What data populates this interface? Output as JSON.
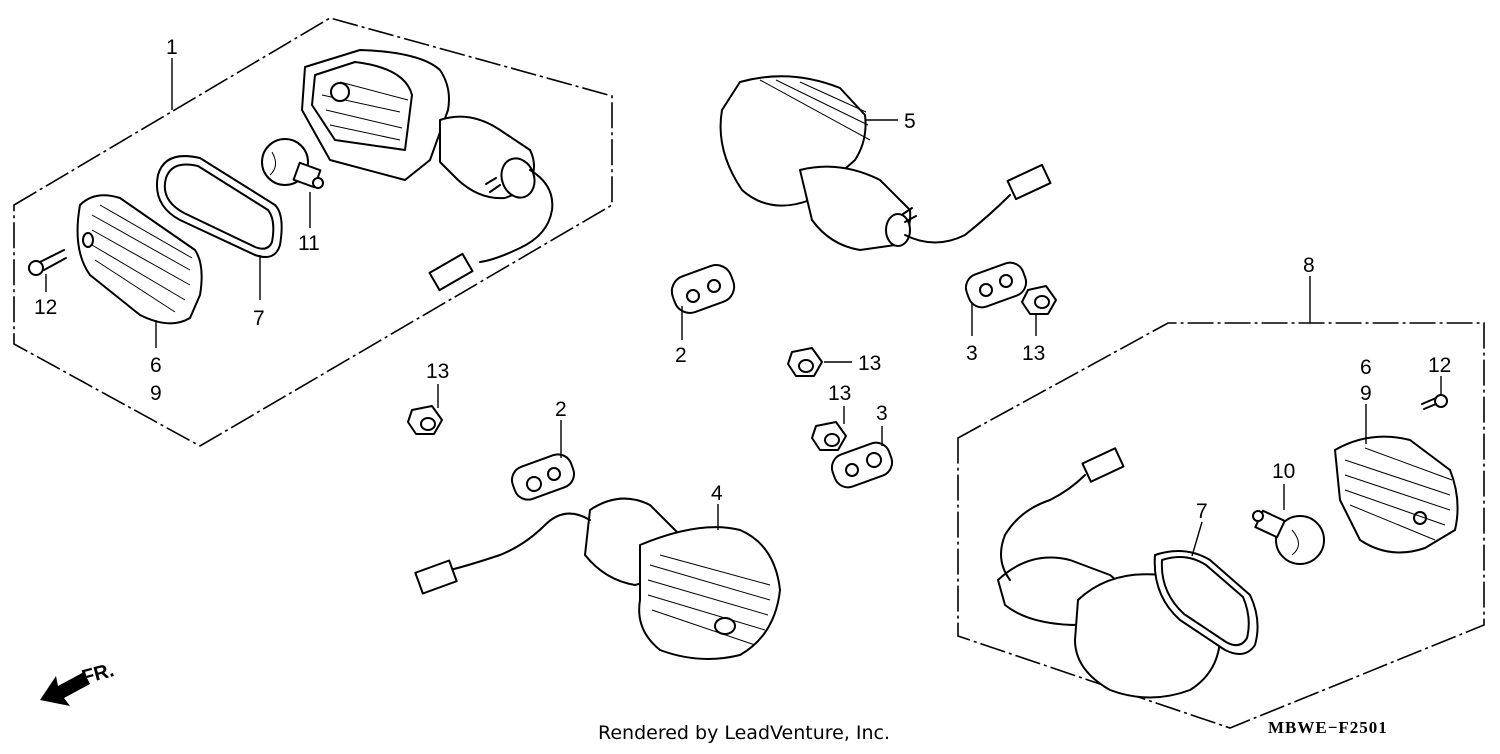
{
  "callouts": {
    "c1": "1",
    "c2a": "2",
    "c2b": "2",
    "c3a": "3",
    "c3b": "3",
    "c4": "4",
    "c5": "5",
    "c6a": "6",
    "c9a": "9",
    "c6b": "6",
    "c9b": "9",
    "c7a": "7",
    "c7b": "7",
    "c8": "8",
    "c10": "10",
    "c11": "11",
    "c12a": "12",
    "c12b": "12",
    "c13a": "13",
    "c13b": "13",
    "c13c": "13",
    "c13d": "13"
  },
  "direction_marker": "FR.",
  "footer_credit": "Rendered by LeadVenture, Inc.",
  "diagram_code": "MBWE−F2501"
}
